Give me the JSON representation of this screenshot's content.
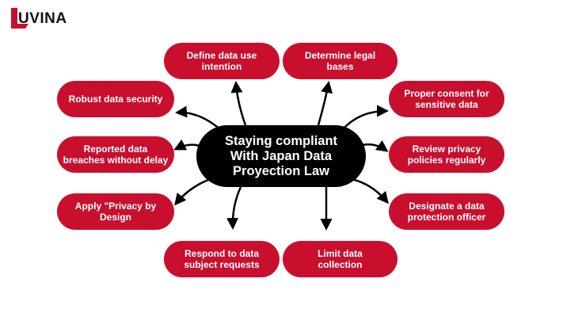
{
  "logo": {
    "text": "UVINA",
    "mark": "L-shaped-brand-mark",
    "color": "#c8102e"
  },
  "center": {
    "text": "Staying compliant\nWith Japan Data\nProyection Law"
  },
  "nodes": [
    {
      "id": "define",
      "text": "Define data use\nintention"
    },
    {
      "id": "legal",
      "text": "Determine legal\nbases"
    },
    {
      "id": "security",
      "text": "Robust data security"
    },
    {
      "id": "consent",
      "text": "Proper consent for\nsensitive data"
    },
    {
      "id": "breach",
      "text": "Reported data\nbreaches without delay"
    },
    {
      "id": "review",
      "text": "Review privacy\npolicies regularly"
    },
    {
      "id": "design",
      "text": "Apply \"Privacy by\nDesign"
    },
    {
      "id": "officer",
      "text": "Designate a data\nprotection officer"
    },
    {
      "id": "respond",
      "text": "Respond to data\nsubject requests"
    },
    {
      "id": "limit",
      "text": "Limit data\ncollection"
    }
  ],
  "colors": {
    "node": "#c8102e",
    "center": "#000000",
    "arrow": "#000000"
  }
}
